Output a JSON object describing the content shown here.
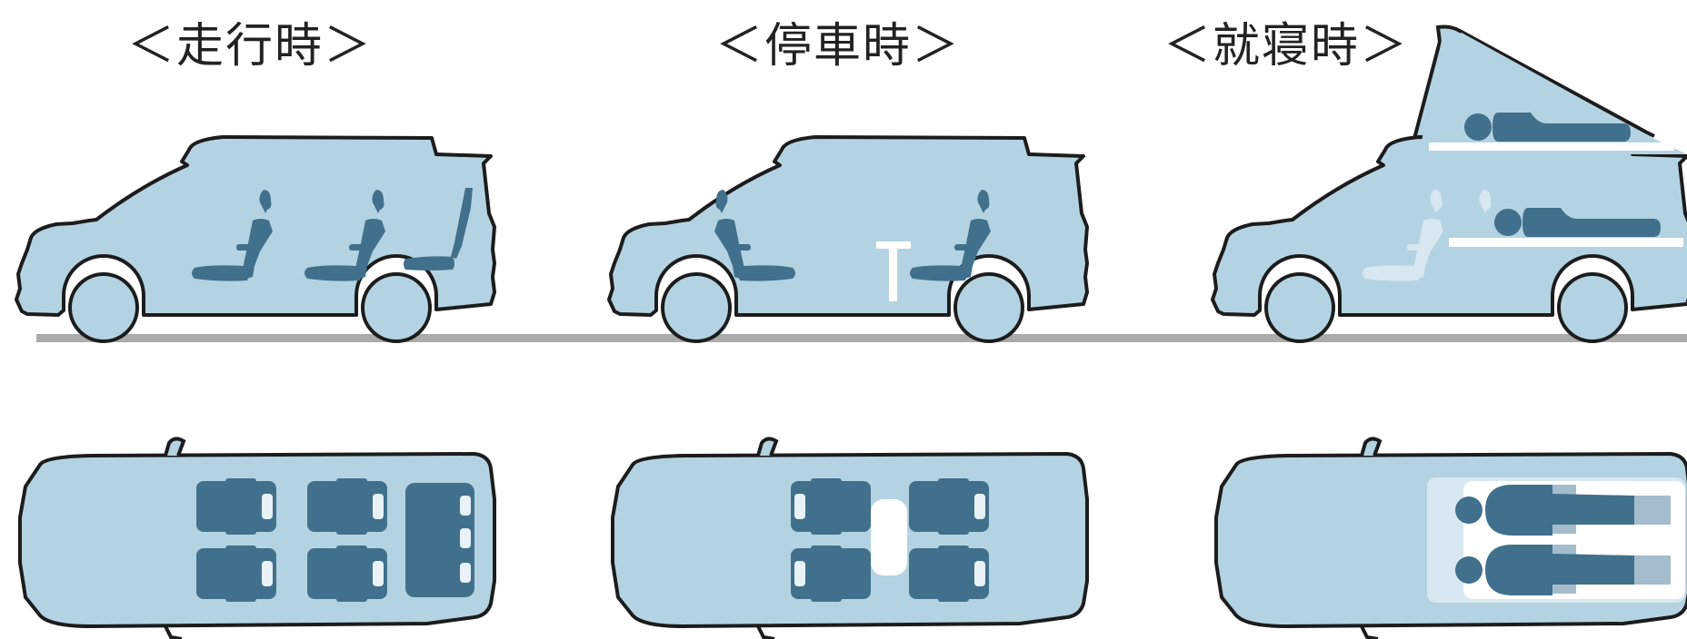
{
  "modes": [
    {
      "key": "driving",
      "label": "＜走行時＞"
    },
    {
      "key": "parked",
      "label": "＜停車時＞"
    },
    {
      "key": "sleeping",
      "label": "＜就寝時＞"
    }
  ],
  "colors": {
    "body": "#b4d3e2",
    "outline": "#1c1c1c",
    "seat": "#41708d",
    "ground": "#aaaaaa",
    "white": "#ffffff",
    "pale_seat": "#d8e8f0"
  }
}
